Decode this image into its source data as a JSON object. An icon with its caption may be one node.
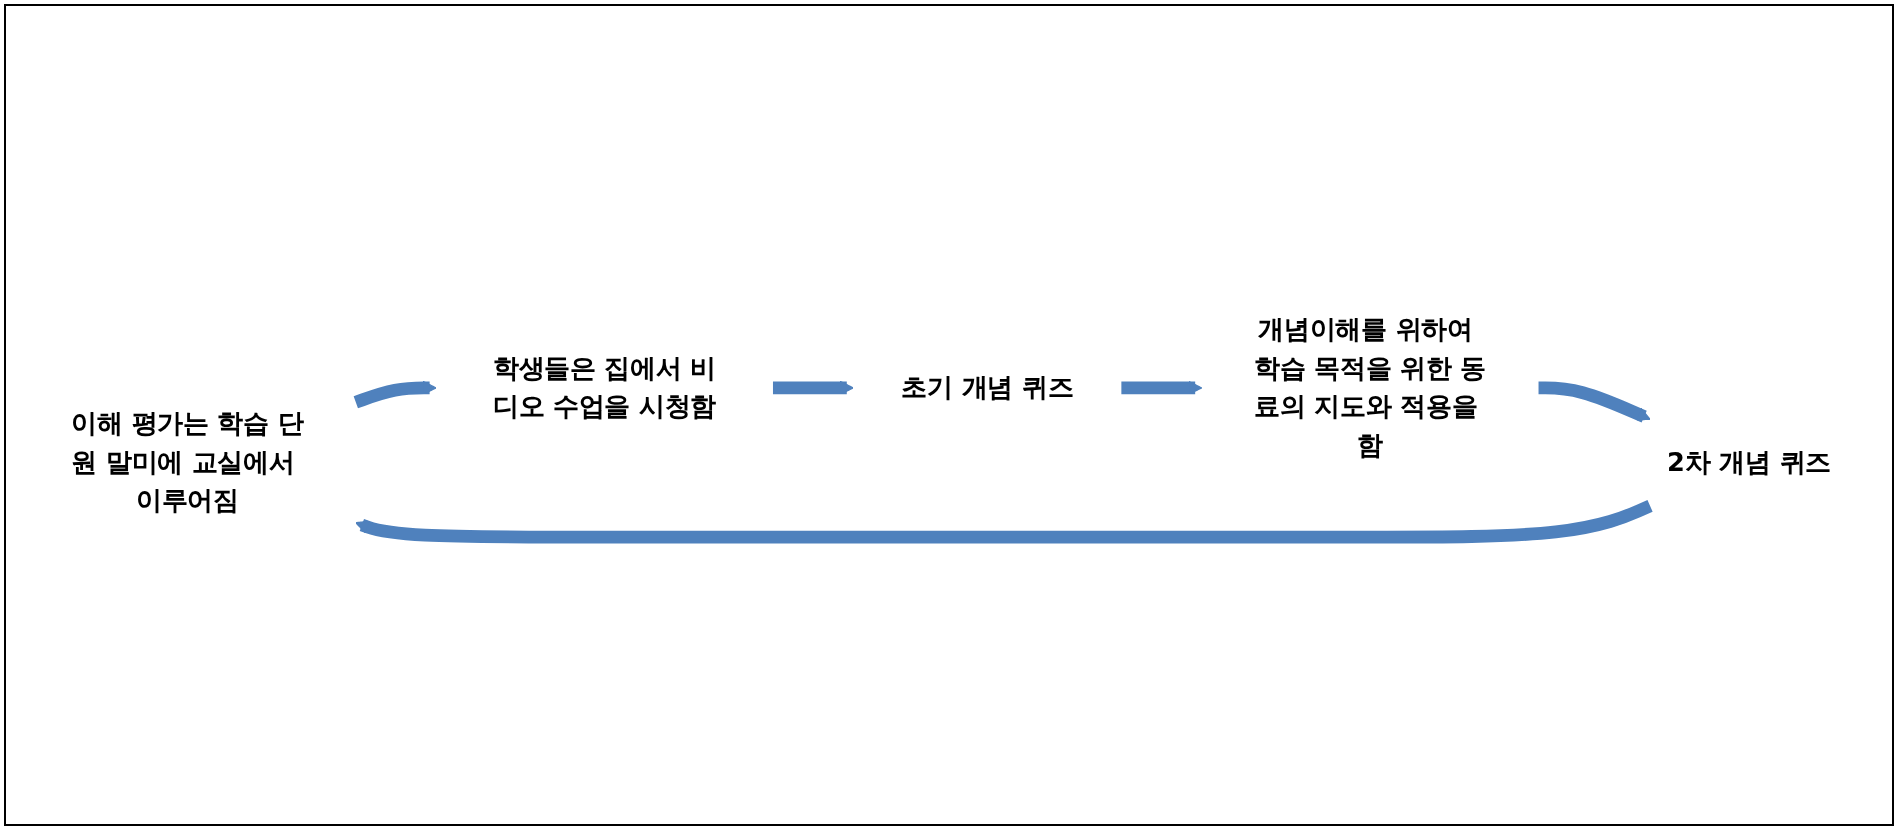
{
  "diagram": {
    "nodes": [
      {
        "text": [
          "이해 평가는 학습 단원 말미에 교실에서 이루어짐"
        ]
      },
      {
        "text": [
          "학생들은 집에서 비디오 수업을 시청함"
        ]
      },
      {
        "text": [
          "초기 개념 퀴즈"
        ]
      },
      {
        "text": [
          "개념이해를 위하여 학습 목적을 위한 동료의 지도와 적용을 함"
        ]
      },
      {
        "text": [
          "2차 개념 퀴즈"
        ]
      }
    ],
    "edges": [
      {
        "from": 0,
        "to": 1,
        "arrow": "to"
      },
      {
        "from": 1,
        "to": 2,
        "arrow": "to"
      },
      {
        "from": 2,
        "to": 3,
        "arrow": "to"
      },
      {
        "from": 3,
        "to": 4,
        "arrow": "to"
      },
      {
        "from": 4,
        "to": 0,
        "arrow": "to"
      }
    ]
  }
}
